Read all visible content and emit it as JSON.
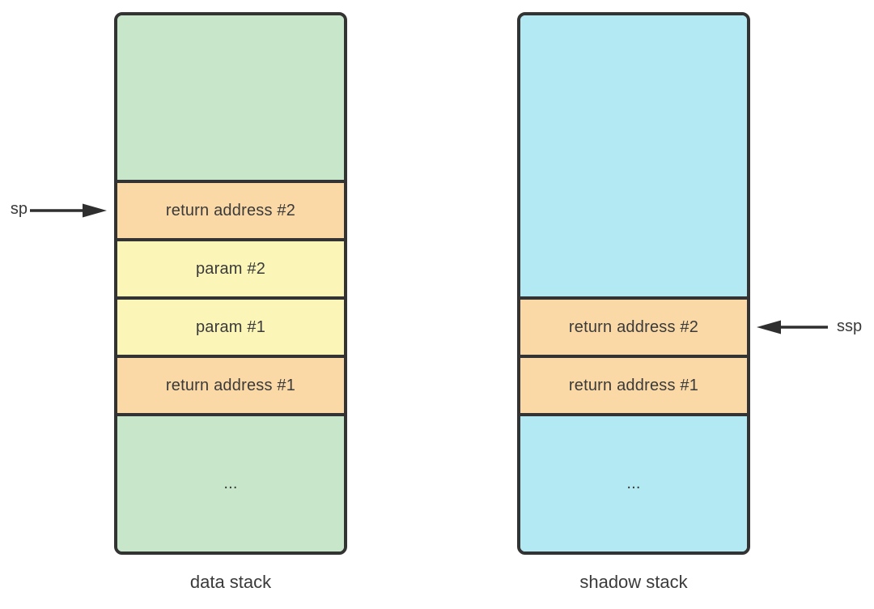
{
  "stacks": {
    "data": {
      "caption": "data stack",
      "segments": [
        {
          "label": "",
          "kind": "free"
        },
        {
          "label": "return address #2",
          "kind": "return-address"
        },
        {
          "label": "param #2",
          "kind": "param"
        },
        {
          "label": "param #1",
          "kind": "param"
        },
        {
          "label": "return address #1",
          "kind": "return-address"
        },
        {
          "label": "...",
          "kind": "free"
        }
      ]
    },
    "shadow": {
      "caption": "shadow stack",
      "segments": [
        {
          "label": "",
          "kind": "free"
        },
        {
          "label": "return address #2",
          "kind": "return-address"
        },
        {
          "label": "return address #1",
          "kind": "return-address"
        },
        {
          "label": "...",
          "kind": "free"
        }
      ]
    }
  },
  "pointers": {
    "sp": "sp",
    "ssp": "ssp"
  },
  "colors": {
    "data_stack_fill": "#c8e6c9",
    "shadow_stack_fill": "#b2e9f2",
    "return_address_fill": "#fbd9a6",
    "param_fill": "#fbf6b7",
    "border": "#333333",
    "text": "#3a3a3a",
    "arrow": "#2f2f2f"
  }
}
